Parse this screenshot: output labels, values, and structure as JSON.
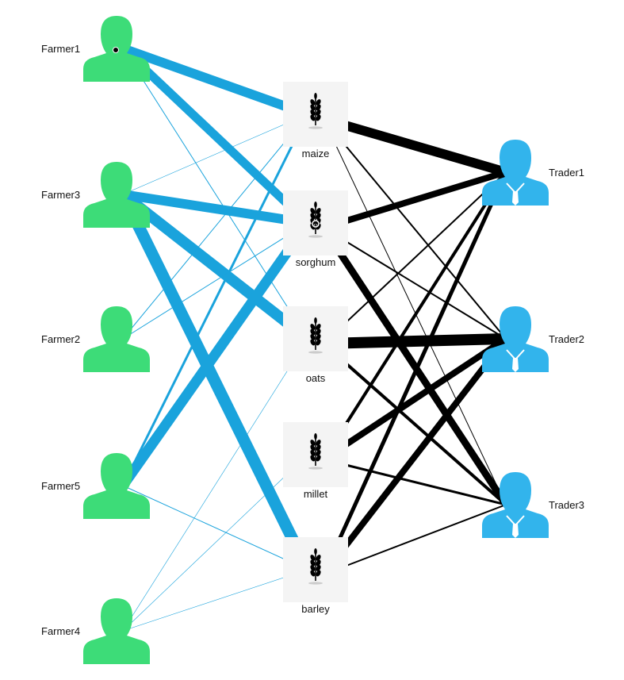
{
  "colors": {
    "farmer": "#3ddc78",
    "trader": "#32b4ec",
    "farmer_link": "#1aa3dc",
    "trader_link": "#000000",
    "crop_box": "#f4f4f4",
    "crop_icon": "#000000"
  },
  "icons": {
    "farmer": "person-silhouette-icon",
    "trader": "person-with-tie-icon",
    "crop": "wheat-ear-icon"
  },
  "farmers": [
    {
      "id": "Farmer1",
      "label": "Farmer1"
    },
    {
      "id": "Farmer3",
      "label": "Farmer3"
    },
    {
      "id": "Farmer2",
      "label": "Farmer2"
    },
    {
      "id": "Farmer5",
      "label": "Farmer5"
    },
    {
      "id": "Farmer4",
      "label": "Farmer4"
    }
  ],
  "crops": [
    {
      "id": "maize",
      "label": "maize"
    },
    {
      "id": "sorghum",
      "label": "sorghum"
    },
    {
      "id": "oats",
      "label": "oats"
    },
    {
      "id": "millet",
      "label": "millet"
    },
    {
      "id": "barley",
      "label": "barley"
    }
  ],
  "traders": [
    {
      "id": "Trader1",
      "label": "Trader1"
    },
    {
      "id": "Trader2",
      "label": "Trader2"
    },
    {
      "id": "Trader3",
      "label": "Trader3"
    }
  ],
  "farmer_links": [
    {
      "from": "Farmer1",
      "to": "maize",
      "value": 12
    },
    {
      "from": "Farmer1",
      "to": "sorghum",
      "value": 11
    },
    {
      "from": "Farmer1",
      "to": "oats",
      "value": 1
    },
    {
      "from": "Farmer3",
      "to": "maize",
      "value": 0.5
    },
    {
      "from": "Farmer3",
      "to": "sorghum",
      "value": 12
    },
    {
      "from": "Farmer3",
      "to": "oats",
      "value": 14
    },
    {
      "from": "Farmer3",
      "to": "barley",
      "value": 15
    },
    {
      "from": "Farmer2",
      "to": "maize",
      "value": 1
    },
    {
      "from": "Farmer2",
      "to": "sorghum",
      "value": 1
    },
    {
      "from": "Farmer5",
      "to": "maize",
      "value": 3
    },
    {
      "from": "Farmer5",
      "to": "sorghum",
      "value": 13
    },
    {
      "from": "Farmer5",
      "to": "barley",
      "value": 1
    },
    {
      "from": "Farmer4",
      "to": "oats",
      "value": 0.6
    },
    {
      "from": "Farmer4",
      "to": "millet",
      "value": 0.5
    },
    {
      "from": "Farmer4",
      "to": "barley",
      "value": 0.4
    }
  ],
  "trader_links": [
    {
      "from": "maize",
      "to": "Trader1",
      "value": 12
    },
    {
      "from": "maize",
      "to": "Trader2",
      "value": 2
    },
    {
      "from": "maize",
      "to": "Trader3",
      "value": 1
    },
    {
      "from": "sorghum",
      "to": "Trader1",
      "value": 8
    },
    {
      "from": "sorghum",
      "to": "Trader2",
      "value": 2
    },
    {
      "from": "sorghum",
      "to": "Trader3",
      "value": 9
    },
    {
      "from": "oats",
      "to": "Trader1",
      "value": 2
    },
    {
      "from": "oats",
      "to": "Trader2",
      "value": 14
    },
    {
      "from": "oats",
      "to": "Trader3",
      "value": 4
    },
    {
      "from": "millet",
      "to": "Trader1",
      "value": 4
    },
    {
      "from": "millet",
      "to": "Trader2",
      "value": 8
    },
    {
      "from": "millet",
      "to": "Trader3",
      "value": 3
    },
    {
      "from": "barley",
      "to": "Trader1",
      "value": 5
    },
    {
      "from": "barley",
      "to": "Trader2",
      "value": 8
    },
    {
      "from": "barley",
      "to": "Trader3",
      "value": 2
    }
  ]
}
